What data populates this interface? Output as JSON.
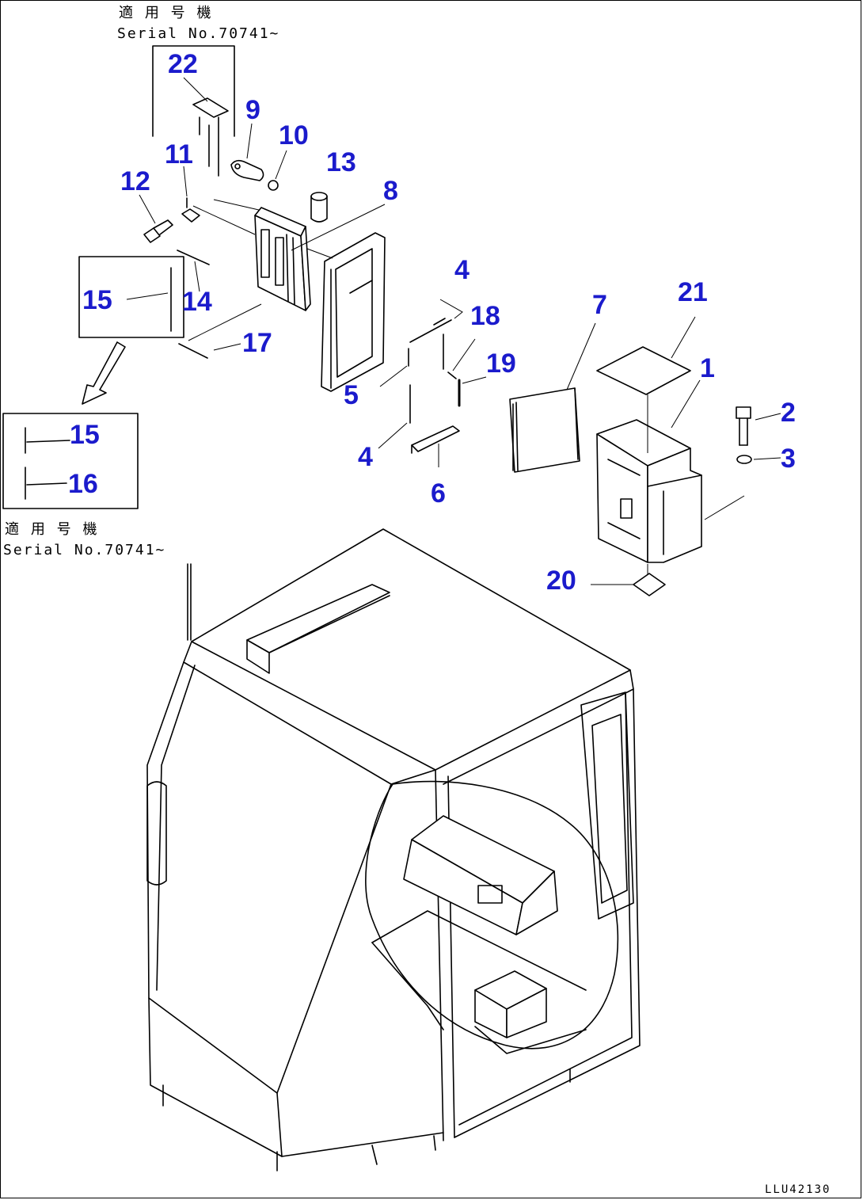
{
  "callouts": [
    {
      "id": "c22",
      "label": "22"
    },
    {
      "id": "c9",
      "label": "9"
    },
    {
      "id": "c10",
      "label": "10"
    },
    {
      "id": "c11",
      "label": "11"
    },
    {
      "id": "c13",
      "label": "13"
    },
    {
      "id": "c12",
      "label": "12"
    },
    {
      "id": "c8",
      "label": "8"
    },
    {
      "id": "c15a",
      "label": "15"
    },
    {
      "id": "c14",
      "label": "14"
    },
    {
      "id": "c17",
      "label": "17"
    },
    {
      "id": "c4a",
      "label": "4"
    },
    {
      "id": "c18",
      "label": "18"
    },
    {
      "id": "c7",
      "label": "7"
    },
    {
      "id": "c21",
      "label": "21"
    },
    {
      "id": "c1",
      "label": "1"
    },
    {
      "id": "c19",
      "label": "19"
    },
    {
      "id": "c5",
      "label": "5"
    },
    {
      "id": "c2",
      "label": "2"
    },
    {
      "id": "c3",
      "label": "3"
    },
    {
      "id": "c4b",
      "label": "4"
    },
    {
      "id": "c6",
      "label": "6"
    },
    {
      "id": "c15b",
      "label": "15"
    },
    {
      "id": "c16",
      "label": "16"
    },
    {
      "id": "c20",
      "label": "20"
    }
  ],
  "serial_notes": {
    "top_kanji": "適 用 号 機",
    "top_serial": "Serial No.70741~",
    "side_kanji": "適 用 号 機",
    "side_serial": "Serial No.70741~"
  },
  "document_id": "LLU42130"
}
